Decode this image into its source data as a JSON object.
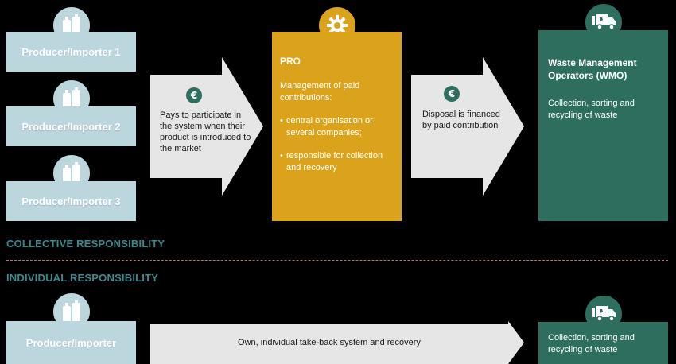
{
  "collective": {
    "producers": [
      {
        "label": "Producer/Importer 1"
      },
      {
        "label": "Producer/Importer 2"
      },
      {
        "label": "Producer/Importer 3"
      }
    ],
    "arrow1_text": "Pays to participate in the system when their product is introduced to the market",
    "euro_symbol": "€",
    "pro": {
      "title": "PRO",
      "intro": "Management of paid contributions:",
      "bullets": [
        "central organisation or several companies;",
        "responsible for collection and recovery"
      ],
      "bullet_mark": "•"
    },
    "arrow2_text": "Disposal is financed by paid contribution",
    "wmo": {
      "title": "Waste Management Operators (WMO)",
      "body": "Collection, sorting and recycling of waste"
    },
    "section_label": "COLLECTIVE RESPONSIBILITY"
  },
  "individual": {
    "section_label": "INDIVIDUAL RESPONSIBILITY",
    "producer_label": "Producer/Importer",
    "arrow_text": "Own, individual take-back system and recovery",
    "wmo_body": "Collection, sorting and recycling of waste"
  },
  "colors": {
    "producer_light_blue": "#bcd6de",
    "pro_yellow": "#dba31c",
    "wmo_green": "#2e6e5e",
    "arrow_grey": "#e6e6e6",
    "section_teal": "#3a8a8f",
    "divider_red": "#c46a6a"
  },
  "icons": {
    "producer": "bottles-icon",
    "pro": "gear-icon",
    "wmo": "garbage-truck-icon",
    "payment": "euro-icon"
  }
}
